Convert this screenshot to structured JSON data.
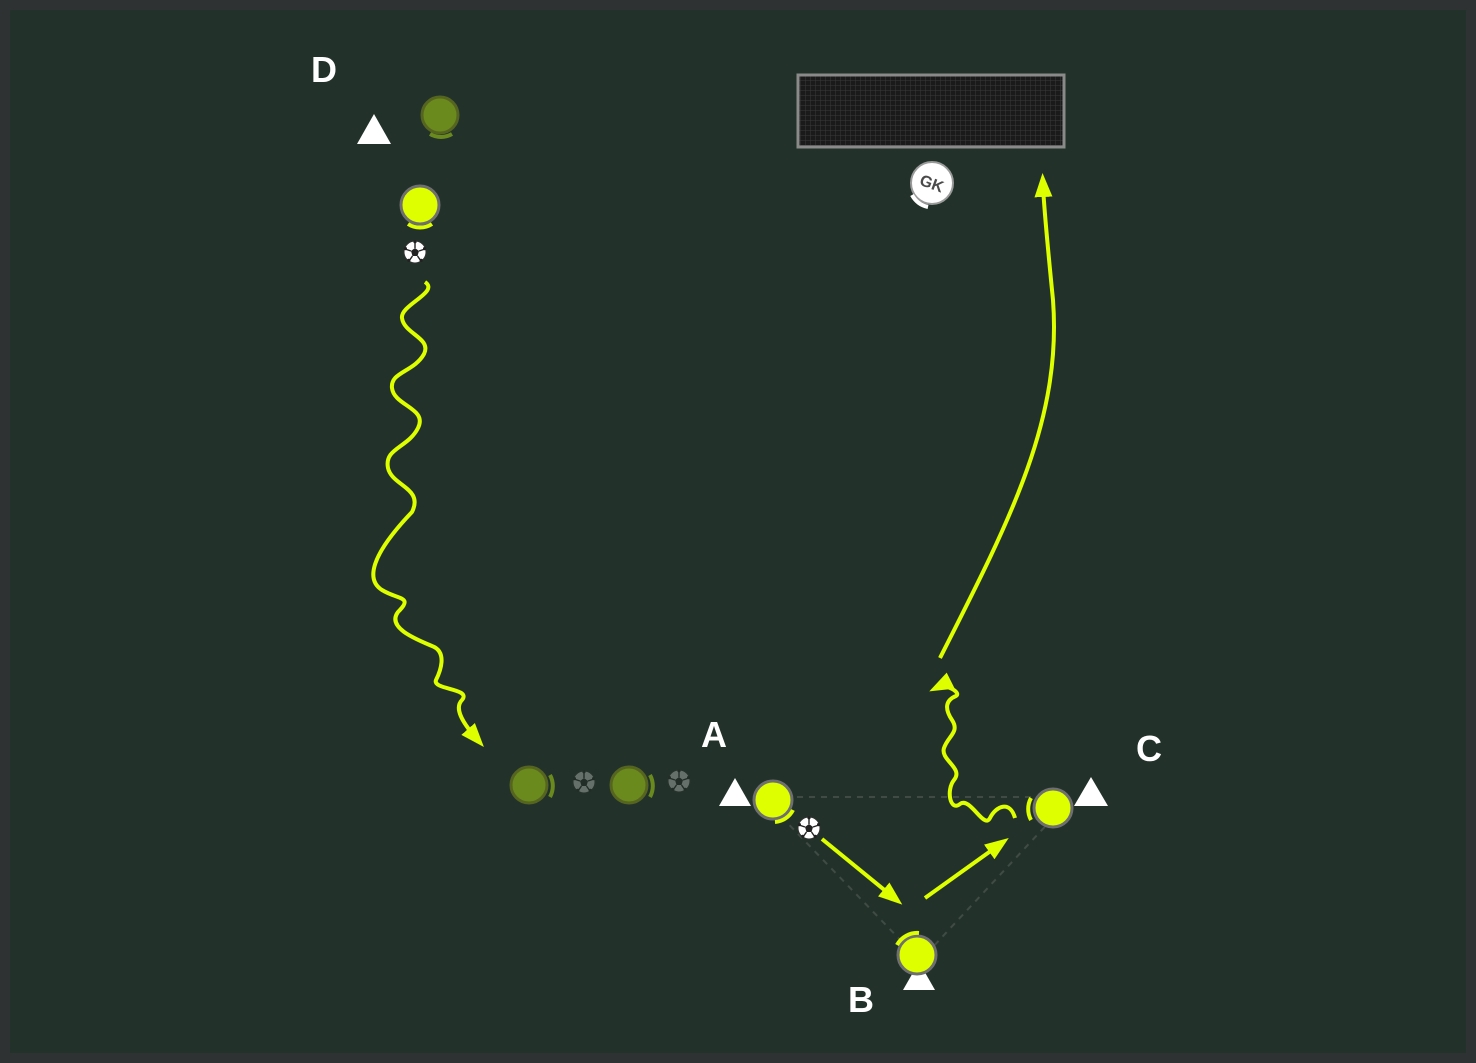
{
  "colors": {
    "border": "#2f3232",
    "pitch": "#22322b",
    "player": "#ddff00",
    "player_faded": "#6b8a1e",
    "goalkeeper": "#ffffff",
    "cone": "#ffffff",
    "goal_net": "#1c1c1c",
    "goal_frame": "#8a8a8a",
    "dashed_line": "#3f4b44"
  },
  "stations": {
    "a": "A",
    "b": "B",
    "c": "C",
    "d": "D"
  },
  "goalkeeper": {
    "label": "GK"
  },
  "icons": {
    "cone": "cone-icon",
    "ball": "soccer-ball-icon",
    "goal": "goal-icon",
    "player": "player-icon"
  }
}
